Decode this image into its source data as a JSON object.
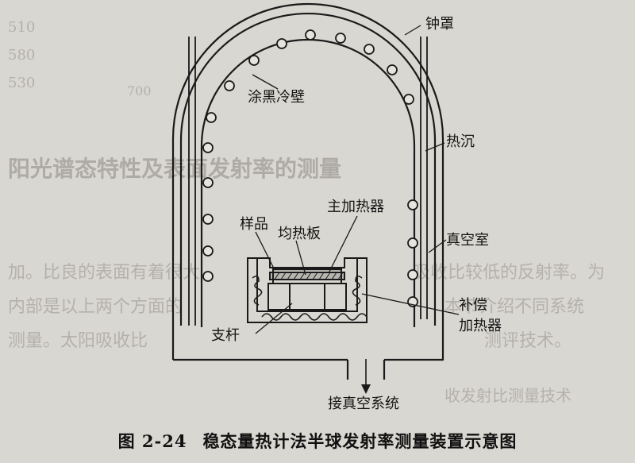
{
  "labels": {
    "bell_jar": "钟罩",
    "black_cold_wall": "涂黑冷壁",
    "heat_sink": "热沉",
    "main_heater": "主加热器",
    "sample": "样品",
    "soaking_plate": "均热板",
    "vacuum_chamber": "真空室",
    "compensation": "补偿",
    "heater": "加热器",
    "strut": "支杆",
    "vacuum_system": "接真空系统"
  },
  "caption": {
    "number": "图 2-24",
    "title": "稳态量热计法半球发射率测量装置示意图"
  },
  "background_text": {
    "r1_left": "加。比良的表面有着很大",
    "r1_right": "吸收比较低的反射率。为",
    "r2_left": "内部是以上两个方面的",
    "r2_right": "本节介绍不同系统",
    "r3_left": "测量。太阳吸收比",
    "r3_right": "测评技术。",
    "r4": "收发射比测量技术",
    "heading": "阳光谱态特性及表面发射率的测量",
    "num1": "510",
    "num2": "530",
    "num3": "700",
    "num4": "580"
  }
}
